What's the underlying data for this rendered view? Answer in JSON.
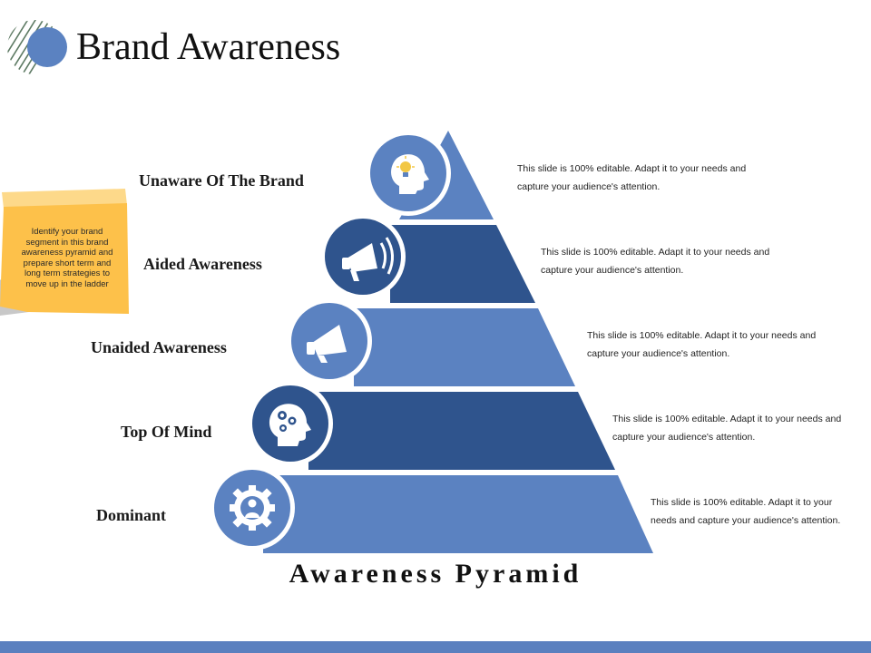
{
  "slide": {
    "title": "Brand Awareness",
    "pyramid_title": "Awareness Pyramid",
    "note_text": "Identify your brand segment in this brand awareness pyramid and prepare short term and long term strategies to move up in the ladder"
  },
  "colors": {
    "light_blue": "#5b82c1",
    "dark_blue": "#2f548d",
    "note_yellow": "#fdc14a",
    "bottom_bar": "#5b80bf"
  },
  "levels": [
    {
      "label": "Unaware Of The Brand",
      "icon": "lightbulb-head-icon",
      "description": "This slide is 100% editable. Adapt it to your needs and capture your audience's attention."
    },
    {
      "label": "Aided Awareness",
      "icon": "megaphone-sound-icon",
      "description": "This slide is 100% editable. Adapt it to your needs and capture your audience's attention."
    },
    {
      "label": "Unaided Awareness",
      "icon": "megaphone-icon",
      "description": "This slide is 100% editable. Adapt it to your needs and capture your audience's attention."
    },
    {
      "label": "Top Of Mind",
      "icon": "gears-head-icon",
      "description": "This slide is 100% editable. Adapt it to your needs and capture your audience's attention."
    },
    {
      "label": "Dominant",
      "icon": "gear-person-icon",
      "description": "This slide is 100% editable. Adapt it to your needs and capture your audience's attention."
    }
  ]
}
